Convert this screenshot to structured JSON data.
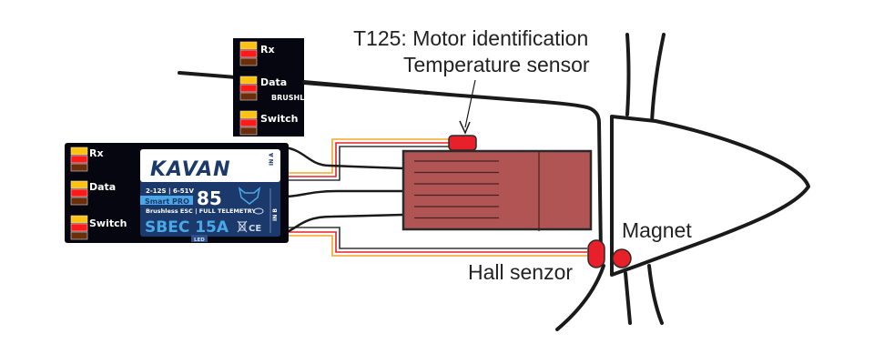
{
  "labels": {
    "t125_title": "T125: Motor identification",
    "temperature_sensor": "Temperature sensor",
    "hall_sensor": "Hall senzor",
    "magnet": "Magnet"
  },
  "receiver_back": {
    "ports": [
      "Rx",
      "Data",
      "Switch"
    ],
    "partial_text": "BRUSHLE"
  },
  "esc": {
    "ports": [
      "Rx",
      "Data",
      "Switch"
    ],
    "brand": "KAVAN",
    "voltage_spec": "2-12S | 6-51V",
    "series": "Smart PRO",
    "amps": "85",
    "description": "Brushless ESC | FULL TELEMETRY",
    "sbec": "SBEC 15A",
    "led_label": "LED",
    "in_a": "IN A",
    "in_b": "IN B",
    "ce_mark": "CE"
  },
  "colors": {
    "esc_body": "#05060f",
    "label_panel": "#1b3a6b",
    "accent_blue": "#4aa8e8",
    "motor": "#b05454",
    "sensor_red": "#e8202a",
    "wire_orange": "#f5a623",
    "wire_red": "#e8202a",
    "wire_dark": "#333333",
    "pin_yellow": "#ffc20e",
    "pin_red": "#ff1a1a",
    "pin_brown": "#6b2e0a"
  }
}
